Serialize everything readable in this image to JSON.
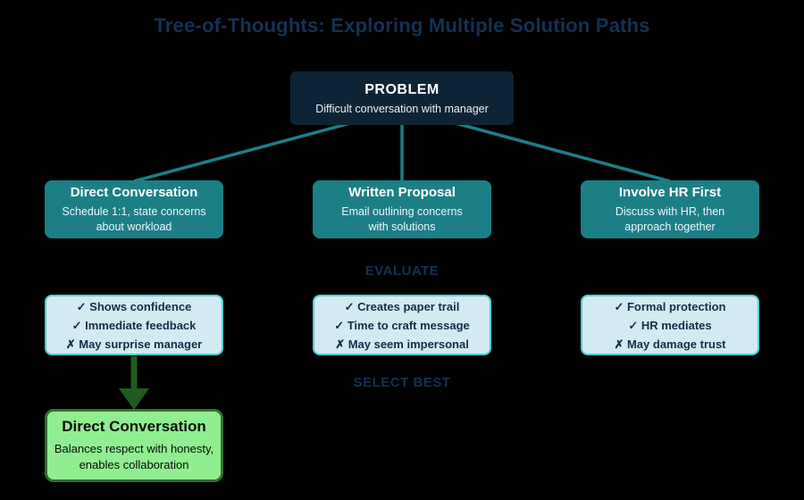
{
  "title": "Tree-of-Thoughts: Exploring Multiple Solution Paths",
  "problem": {
    "label": "PROBLEM",
    "description": "Difficult conversation with manager"
  },
  "options": [
    {
      "title": "Direct Conversation",
      "description": "Schedule 1:1, state concerns\nabout workload"
    },
    {
      "title": "Written Proposal",
      "description": "Email outlining concerns\nwith solutions"
    },
    {
      "title": "Involve HR First",
      "description": "Discuss with HR, then\napproach together"
    }
  ],
  "labels": {
    "evaluate": "EVALUATE",
    "select_best": "SELECT BEST"
  },
  "evaluations": [
    {
      "items": [
        "✓ Shows confidence",
        "✓ Immediate feedback",
        "✗ May surprise manager"
      ]
    },
    {
      "items": [
        "✓ Creates paper trail",
        "✓ Time to craft message",
        "✗ May seem impersonal"
      ]
    },
    {
      "items": [
        "✓ Formal protection",
        "✓ HR mediates",
        "✗ May damage trust"
      ]
    }
  ],
  "selected": {
    "title": "Direct Conversation",
    "description": "Balances respect with honesty,\nenables collaboration"
  },
  "colors": {
    "background": "#000000",
    "navy": "#123253",
    "problem-fill": "#0d2436",
    "teal": "#1c7f86",
    "eval-fill": "#d3eaf2",
    "eval-border": "#4fd0d0",
    "eval-text": "#132f49",
    "green-fill": "#90ee90",
    "green-border": "#336f33",
    "arrow-green": "#1f5c1f",
    "box-text": "#ffffff"
  }
}
